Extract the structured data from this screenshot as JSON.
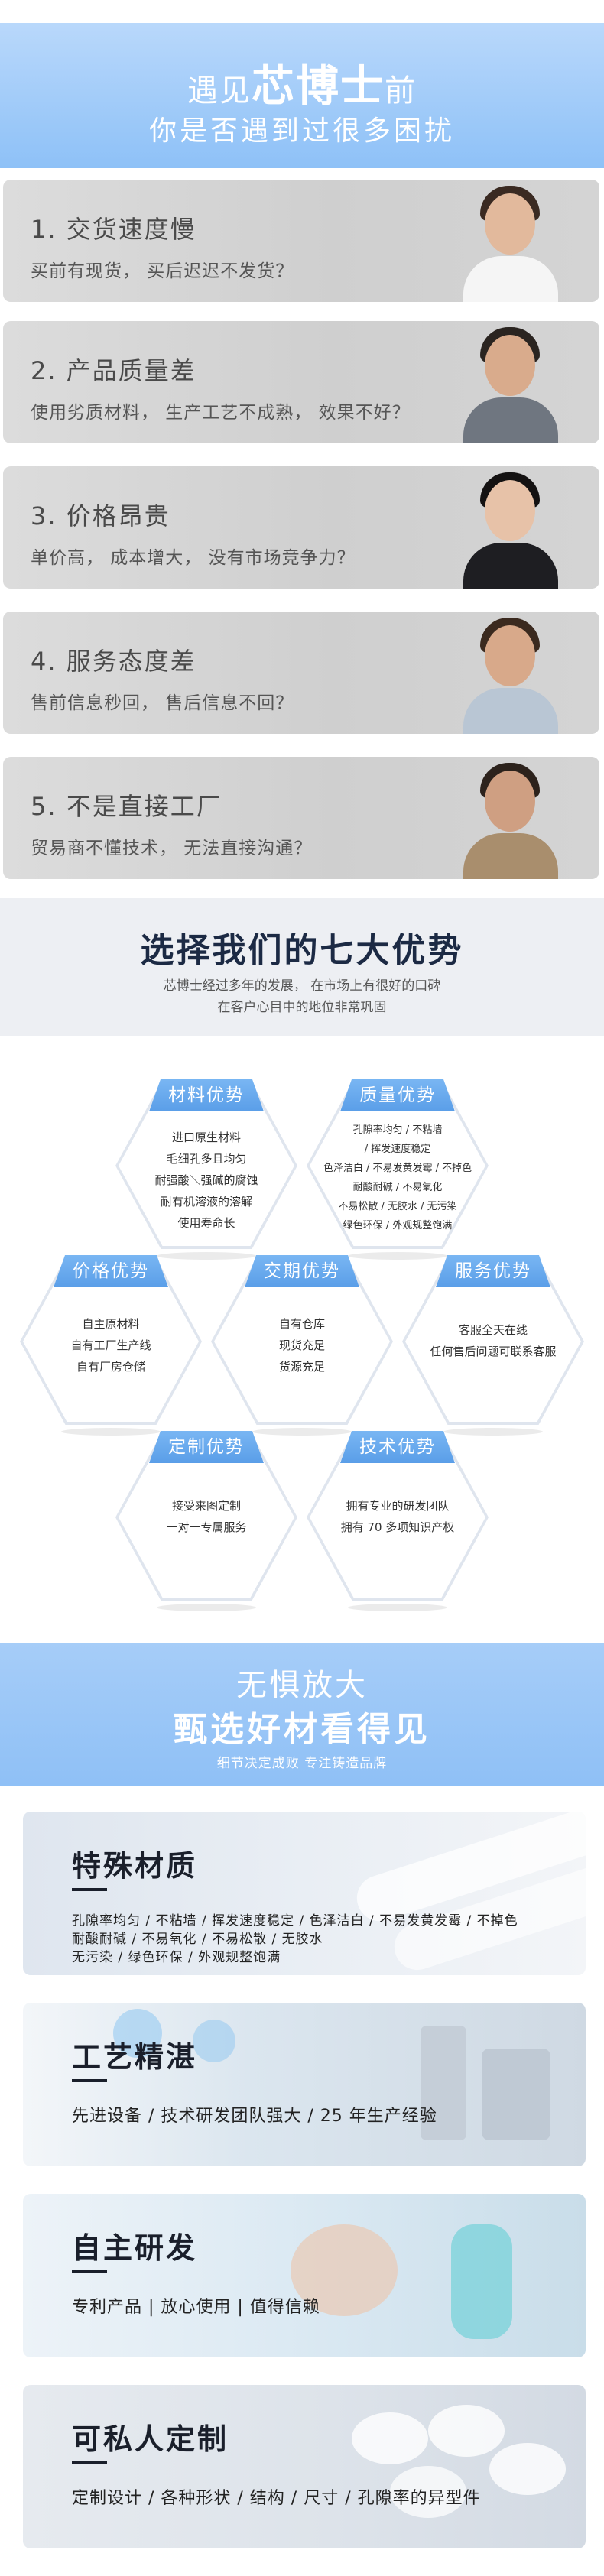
{
  "hero": {
    "pre": "遇见",
    "brand": "芯博士",
    "post": "前",
    "line2": "你是否遇到过很多困扰"
  },
  "problems": [
    {
      "title": "1. 交货速度慢",
      "desc": "买前有现货，  买后迟迟不发货？"
    },
    {
      "title": "2. 产品质量差",
      "desc": "使用劣质材料，  生产工艺不成熟，  效果不好？"
    },
    {
      "title": "3. 价格昂贵",
      "desc": "单价高，  成本增大，  没有市场竞争力？"
    },
    {
      "title": "4. 服务态度差",
      "desc": "售前信息秒回，  售后信息不回？"
    },
    {
      "title": "5. 不是直接工厂",
      "desc": "贸易商不懂技术，  无法直接沟通？"
    }
  ],
  "advantages": {
    "title": "选择我们的七大优势",
    "sub1": "芯博士经过多年的发展，  在市场上有很好的口碑",
    "sub2": "在客户心目中的地位非常巩固",
    "items": [
      {
        "label": "材料优势",
        "lines": [
          "进口原生材料",
          "毛细孔多且均匀",
          "耐强酸＼强碱的腐蚀",
          "耐有机溶液的溶解",
          "使用寿命长"
        ]
      },
      {
        "label": "质量优势",
        "lines": [
          "孔隙率均匀 / 不粘墙",
          "/ 挥发速度稳定",
          "色泽洁白 / 不易发黄发霉 / 不掉色",
          "耐酸耐碱 / 不易氧化",
          "不易松散 / 无胶水 / 无污染",
          "绿色环保 / 外观规整饱满"
        ]
      },
      {
        "label": "价格优势",
        "lines": [
          "自主原材料",
          "自有工厂生产线",
          "自有厂房仓储"
        ]
      },
      {
        "label": "交期优势",
        "lines": [
          "自有仓库",
          "现货充足",
          "货源充足"
        ]
      },
      {
        "label": "服务优势",
        "lines": [
          "客服全天在线",
          "任何售后问题可联系客服"
        ]
      },
      {
        "label": "定制优势",
        "lines": [
          "接受来图定制",
          "一对一专属服务"
        ]
      },
      {
        "label": "技术优势",
        "lines": [
          "拥有专业的研发团队",
          "拥有 70 多项知识产权"
        ]
      }
    ]
  },
  "fearless": {
    "line1": "无惧放大",
    "line2": "甄选好材看得见",
    "line3": "细节决定成败  专注铸造品牌"
  },
  "features": [
    {
      "title": "特殊材质",
      "lines": [
        "孔隙率均匀 / 不粘墙 / 挥发速度稳定 / 色泽洁白 / 不易发黄发霉 / 不掉色",
        "耐酸耐碱 / 不易氧化 / 不易松散 / 无胶水",
        "无污染 / 绿色环保 / 外观规整饱满"
      ]
    },
    {
      "title": "工艺精湛",
      "lines": [
        "先进设备 / 技术研发团队强大 / 25 年生产经验"
      ]
    },
    {
      "title": "自主研发",
      "lines": [
        "专利产品 | 放心使用 | 值得信赖"
      ]
    },
    {
      "title": "可私人定制",
      "lines": [
        "定制设计 / 各种形状 / 结构 / 尺寸 / 孔隙率的异型件"
      ]
    }
  ]
}
